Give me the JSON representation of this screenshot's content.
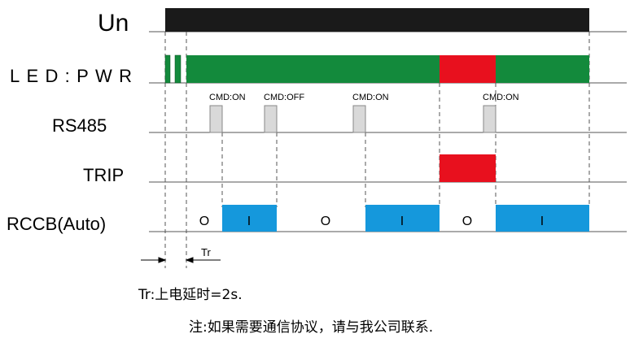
{
  "rows": {
    "un": "Un",
    "led": "LED:PWR",
    "rs485": "RS485",
    "trip": "TRIP",
    "rccb": "RCCB(Auto)"
  },
  "commands": [
    "CMD:ON",
    "CMD:OFF",
    "CMD:ON",
    "CMD:ON"
  ],
  "rccb_states": [
    "O",
    "I",
    "O",
    "I",
    "O",
    "I"
  ],
  "tr_label": "Tr",
  "footnote": "Tr:上电延时=2s.",
  "note": "注:如果需要通信协议，请与我公司联系.",
  "colors": {
    "power_bar": "#1a1a1a",
    "led_green": "#138a3c",
    "led_red": "#e8101e",
    "trip_red": "#e8101e",
    "rs485_pulse": "#d9d9d9",
    "rccb_on": "#1598dc"
  }
}
